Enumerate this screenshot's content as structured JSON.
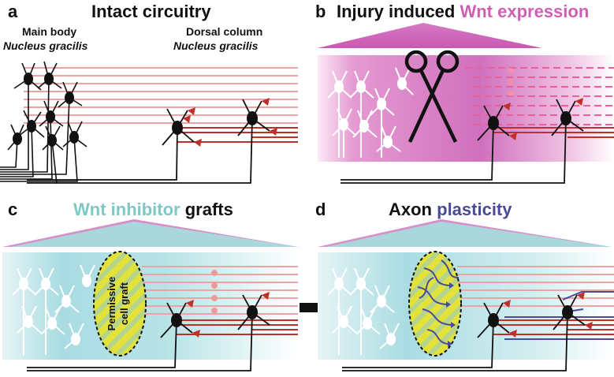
{
  "panels": {
    "a": {
      "letter": "a",
      "title": "Intact circuitry",
      "main_body_label": "Main body",
      "main_body_sublabel": "Nucleus gracilis",
      "dorsal_label": "Dorsal column",
      "dorsal_sublabel": "Nucleus gracilis"
    },
    "b": {
      "letter": "b",
      "title_part1": "Injury induced ",
      "title_part2": "Wnt expression"
    },
    "c": {
      "letter": "c",
      "title_part1": "Wnt inhibitor",
      "title_part2": " grafts",
      "graft_line1": "Permissive",
      "graft_line2": "cell graft"
    },
    "d": {
      "letter": "d",
      "title_part1": "Axon ",
      "title_part2": "plasticity"
    }
  },
  "colors": {
    "wnt_magenta": "#cf5fb4",
    "wnt_inhibitor_cyan": "#7cc9c6",
    "plasticity_blue": "#4b4a9a",
    "axon_pink": "#e89090",
    "axon_red": "#c0302a",
    "graft_yellow": "#e2e23a",
    "graft_green": "#b5d48c",
    "neuron_black": "#111111"
  },
  "icons": {
    "scissors": "scissors-icon",
    "arrow": "right-arrow-icon"
  }
}
